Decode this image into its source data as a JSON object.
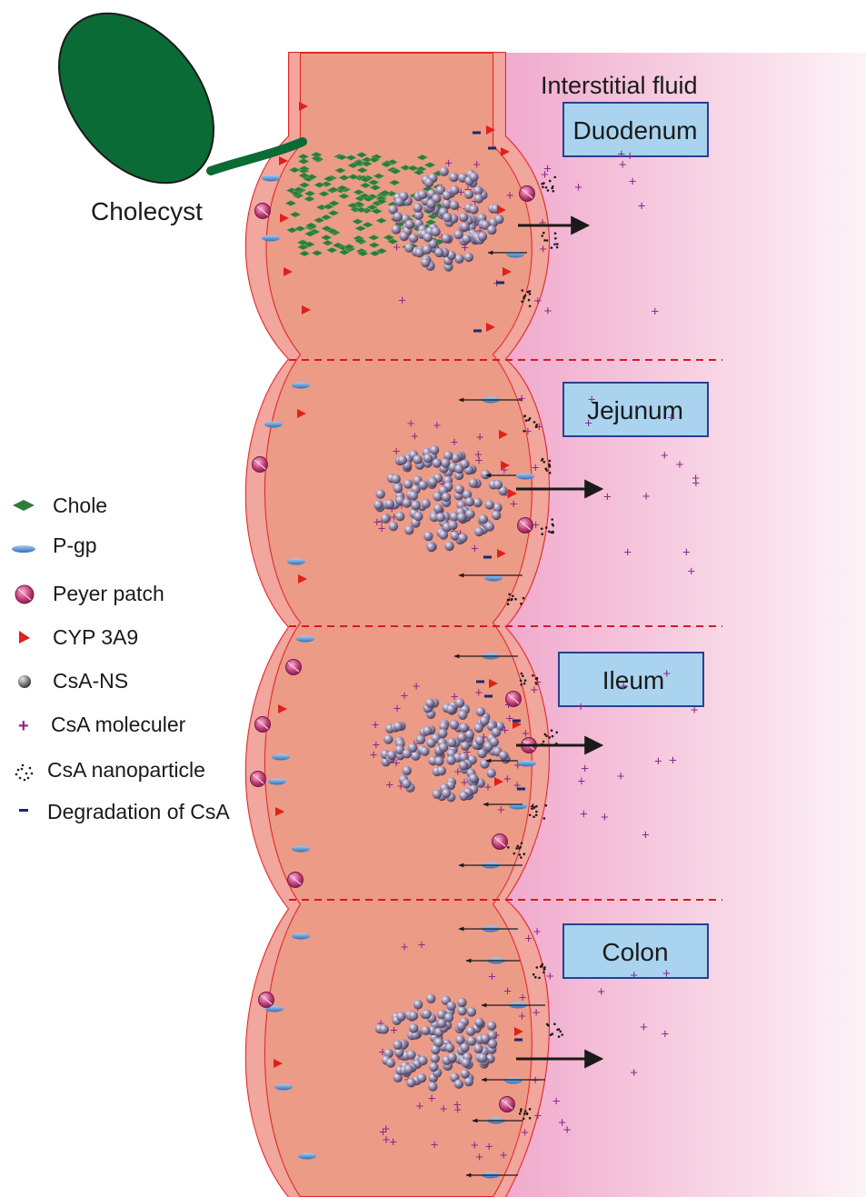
{
  "figure": {
    "interstitial_label": "Interstitial fluid",
    "cholecyst_label": "Cholecyst",
    "segments": [
      {
        "name": "Duodenum"
      },
      {
        "name": "Jejunum"
      },
      {
        "name": "Ileum"
      },
      {
        "name": "Colon"
      }
    ]
  },
  "legend": [
    {
      "label": "Chole",
      "icon": "chole-diamond-icon"
    },
    {
      "label": "P-gp",
      "icon": "pgp-ellipse-icon"
    },
    {
      "label": "Peyer patch",
      "icon": "peyer-patch-icon"
    },
    {
      "label": "CYP 3A9",
      "icon": "cyp-triangle-icon"
    },
    {
      "label": "CsA-NS",
      "icon": "csa-ns-sphere-icon"
    },
    {
      "label": "CsA moleculer",
      "icon": "csa-plus-icon"
    },
    {
      "label": "CsA nanoparticle",
      "icon": "csa-nanoparticle-dots-icon"
    },
    {
      "label": "Degradation of CsA",
      "icon": "degradation-dash-icon"
    }
  ],
  "colors": {
    "intestine_fill": "#ec9b86",
    "wall_fill": "#f2a9a0",
    "wall_stroke": "#e0262b",
    "gallbladder": "#0b6b36",
    "chole": "#2f7a3c",
    "pgp": "#4a90d9",
    "peyer": "#c23c78",
    "cyp": "#e0201b",
    "csa_ns": "#8f8a9c",
    "csa_plus": "#8c2a8c",
    "degradation": "#1b2a6a",
    "label_box": "#a9d3ee",
    "label_box_stroke": "#2a3f8f",
    "divider": "#d7191c"
  }
}
